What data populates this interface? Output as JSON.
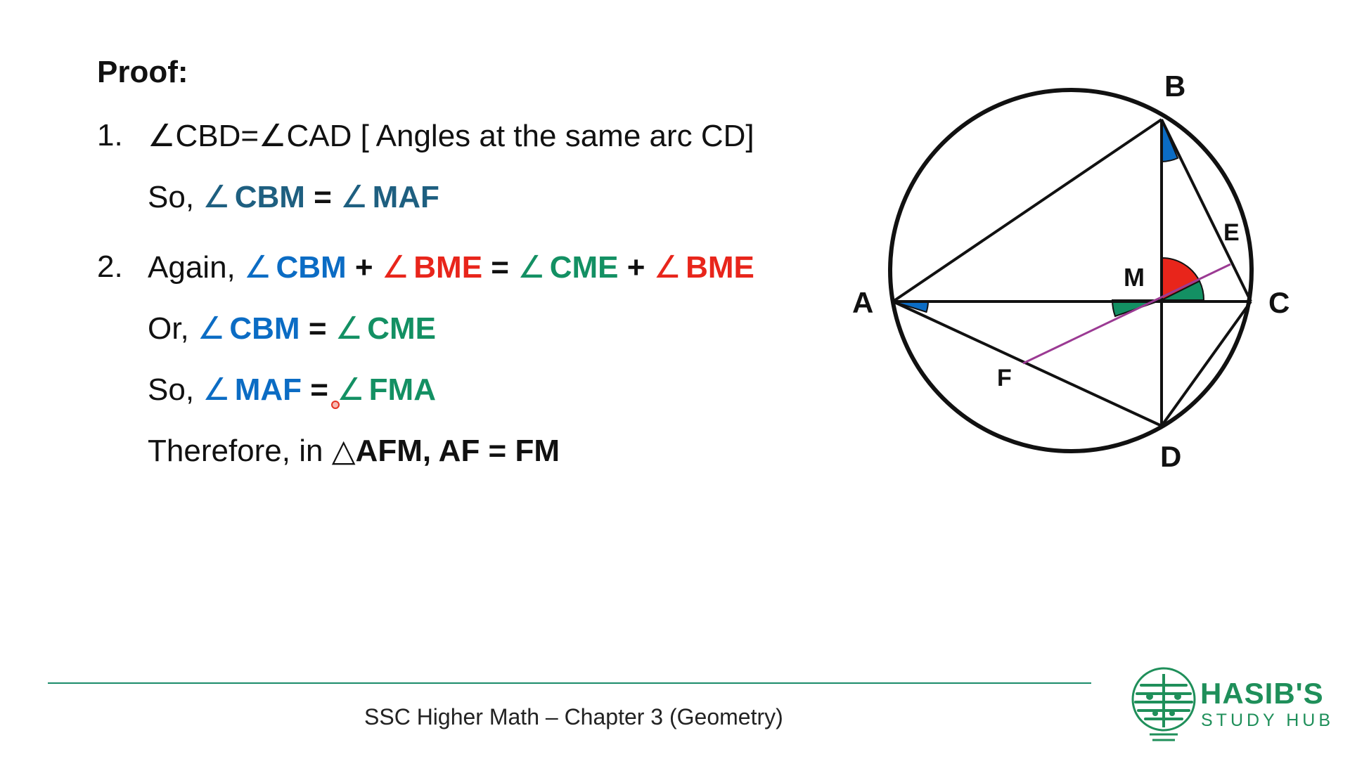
{
  "proof": {
    "heading": "Proof:",
    "step1": {
      "number": "1.",
      "statement": "∠CBD=∠CAD [ Angles at the same arc CD]",
      "so_prefix": "So,",
      "so_lhs": "CBM",
      "so_eq": "=",
      "so_rhs": "MAF"
    },
    "step2": {
      "number": "2.",
      "again_prefix": "Again,",
      "t1": "CBM",
      "plus1": "+",
      "t2": "BME",
      "eq": "=",
      "t3": "CME",
      "plus2": "+",
      "t4": "BME",
      "or_prefix": "Or,",
      "or_lhs": "CBM",
      "or_eq": "=",
      "or_rhs": "CME",
      "so_prefix": "So,",
      "so_lhs": "MAF",
      "so_eq": "=",
      "so_rhs": "FMA",
      "therefore_prefix": "Therefore, in",
      "therefore_tri": "AFM, AF = FM"
    }
  },
  "symbols": {
    "angle": "∠",
    "triangle": "△"
  },
  "diagram": {
    "labels": {
      "A": "A",
      "B": "B",
      "C": "C",
      "D": "D",
      "E": "E",
      "F": "F",
      "M": "M"
    }
  },
  "footer": {
    "text": "SSC Higher Math – Chapter 3 (Geometry)"
  },
  "logo": {
    "title": "HASIB'S",
    "subtitle": "STUDY HUB"
  },
  "colors": {
    "teal": "#1e5f80",
    "blue": "#0b6cc4",
    "green": "#139063",
    "red": "#e8251b",
    "purple": "#9b3a93",
    "brand": "#1f8f5a"
  }
}
